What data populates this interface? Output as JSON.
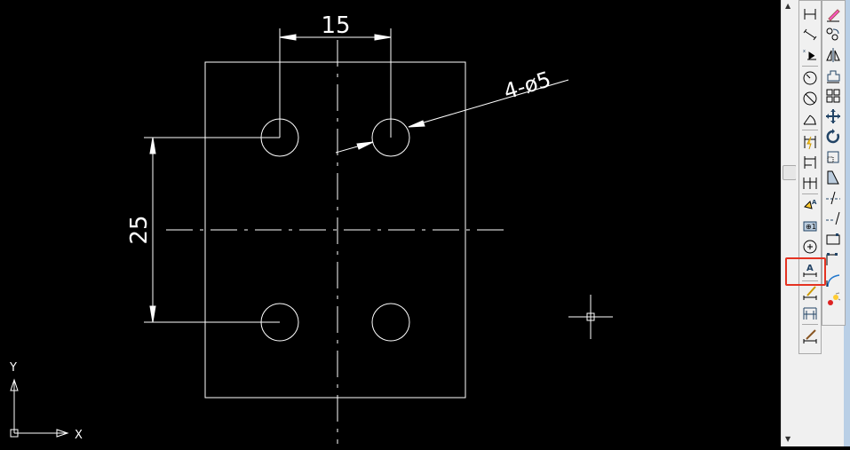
{
  "drawing": {
    "dim_horizontal": "15",
    "dim_vertical": "25",
    "leader_note": "4-ø5",
    "ucs_x_label": "X",
    "ucs_y_label": "Y",
    "line_color": "#ffffff"
  },
  "toolbars": {
    "dimension": [
      "linear",
      "aligned",
      "ordinate",
      "radius",
      "diameter",
      "angular",
      "quick-dimension",
      "baseline",
      "continue",
      "quick-leader",
      "tolerance",
      "center-mark",
      "dimension-edit",
      "dimension-text-edit",
      "dimension-update",
      "dimension-style"
    ],
    "modify": [
      "erase",
      "copy",
      "mirror",
      "offset",
      "array",
      "move",
      "rotate",
      "scale",
      "stretch",
      "trim",
      "extend",
      "break",
      "chamfer",
      "fillet",
      "explode"
    ],
    "highlighted": "dimension-edit",
    "highlight_color": "#e53322"
  }
}
